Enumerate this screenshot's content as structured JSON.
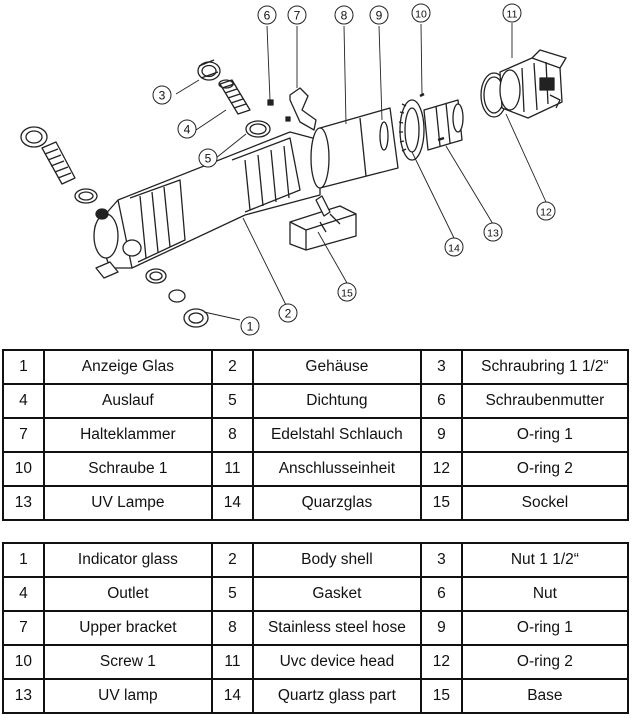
{
  "callouts": [
    "1",
    "2",
    "3",
    "4",
    "5",
    "6",
    "7",
    "8",
    "9",
    "10",
    "11",
    "12",
    "13",
    "14",
    "15"
  ],
  "table_de": [
    [
      {
        "n": "1",
        "t": "Anzeige Glas"
      },
      {
        "n": "2",
        "t": "Gehäuse"
      },
      {
        "n": "3",
        "t": "Schraubring 1 1/2“"
      }
    ],
    [
      {
        "n": "4",
        "t": "Auslauf"
      },
      {
        "n": "5",
        "t": "Dichtung"
      },
      {
        "n": "6",
        "t": "Schraubenmutter"
      }
    ],
    [
      {
        "n": "7",
        "t": "Halteklammer"
      },
      {
        "n": "8",
        "t": "Edelstahl Schlauch"
      },
      {
        "n": "9",
        "t": "O-ring 1"
      }
    ],
    [
      {
        "n": "10",
        "t": "Schraube 1"
      },
      {
        "n": "11",
        "t": "Anschlusseinheit"
      },
      {
        "n": "12",
        "t": "O-ring 2"
      }
    ],
    [
      {
        "n": "13",
        "t": "UV Lampe"
      },
      {
        "n": "14",
        "t": "Quarzglas"
      },
      {
        "n": "15",
        "t": "Sockel"
      }
    ]
  ],
  "table_en": [
    [
      {
        "n": "1",
        "t": "Indicator glass"
      },
      {
        "n": "2",
        "t": "Body shell"
      },
      {
        "n": "3",
        "t": "Nut 1 1/2“"
      }
    ],
    [
      {
        "n": "4",
        "t": "Outlet"
      },
      {
        "n": "5",
        "t": "Gasket"
      },
      {
        "n": "6",
        "t": "Nut"
      }
    ],
    [
      {
        "n": "7",
        "t": "Upper bracket"
      },
      {
        "n": "8",
        "t": "Stainless steel hose"
      },
      {
        "n": "9",
        "t": "O-ring 1"
      }
    ],
    [
      {
        "n": "10",
        "t": "Screw 1"
      },
      {
        "n": "11",
        "t": "Uvc device head"
      },
      {
        "n": "12",
        "t": "O-ring 2"
      }
    ],
    [
      {
        "n": "13",
        "t": "UV lamp"
      },
      {
        "n": "14",
        "t": "Quartz glass part"
      },
      {
        "n": "15",
        "t": "Base"
      }
    ]
  ]
}
